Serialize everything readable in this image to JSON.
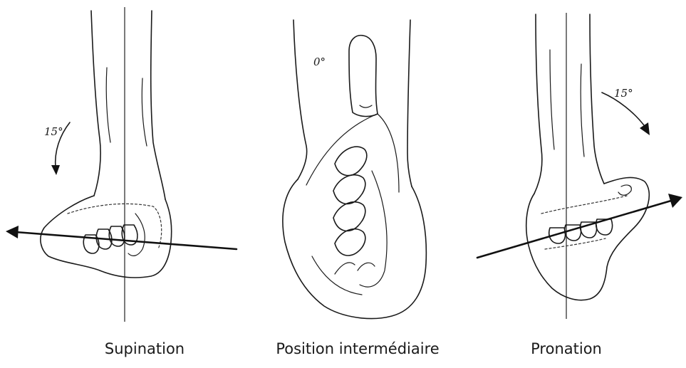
{
  "figures": [
    {
      "caption": "Supination",
      "angle_label": "15°"
    },
    {
      "caption": "Position intermédiaire",
      "angle_label": "0°"
    },
    {
      "caption": "Pronation",
      "angle_label": "15°"
    }
  ],
  "colors": {
    "ink": "#1a1a1a",
    "background": "#ffffff"
  }
}
